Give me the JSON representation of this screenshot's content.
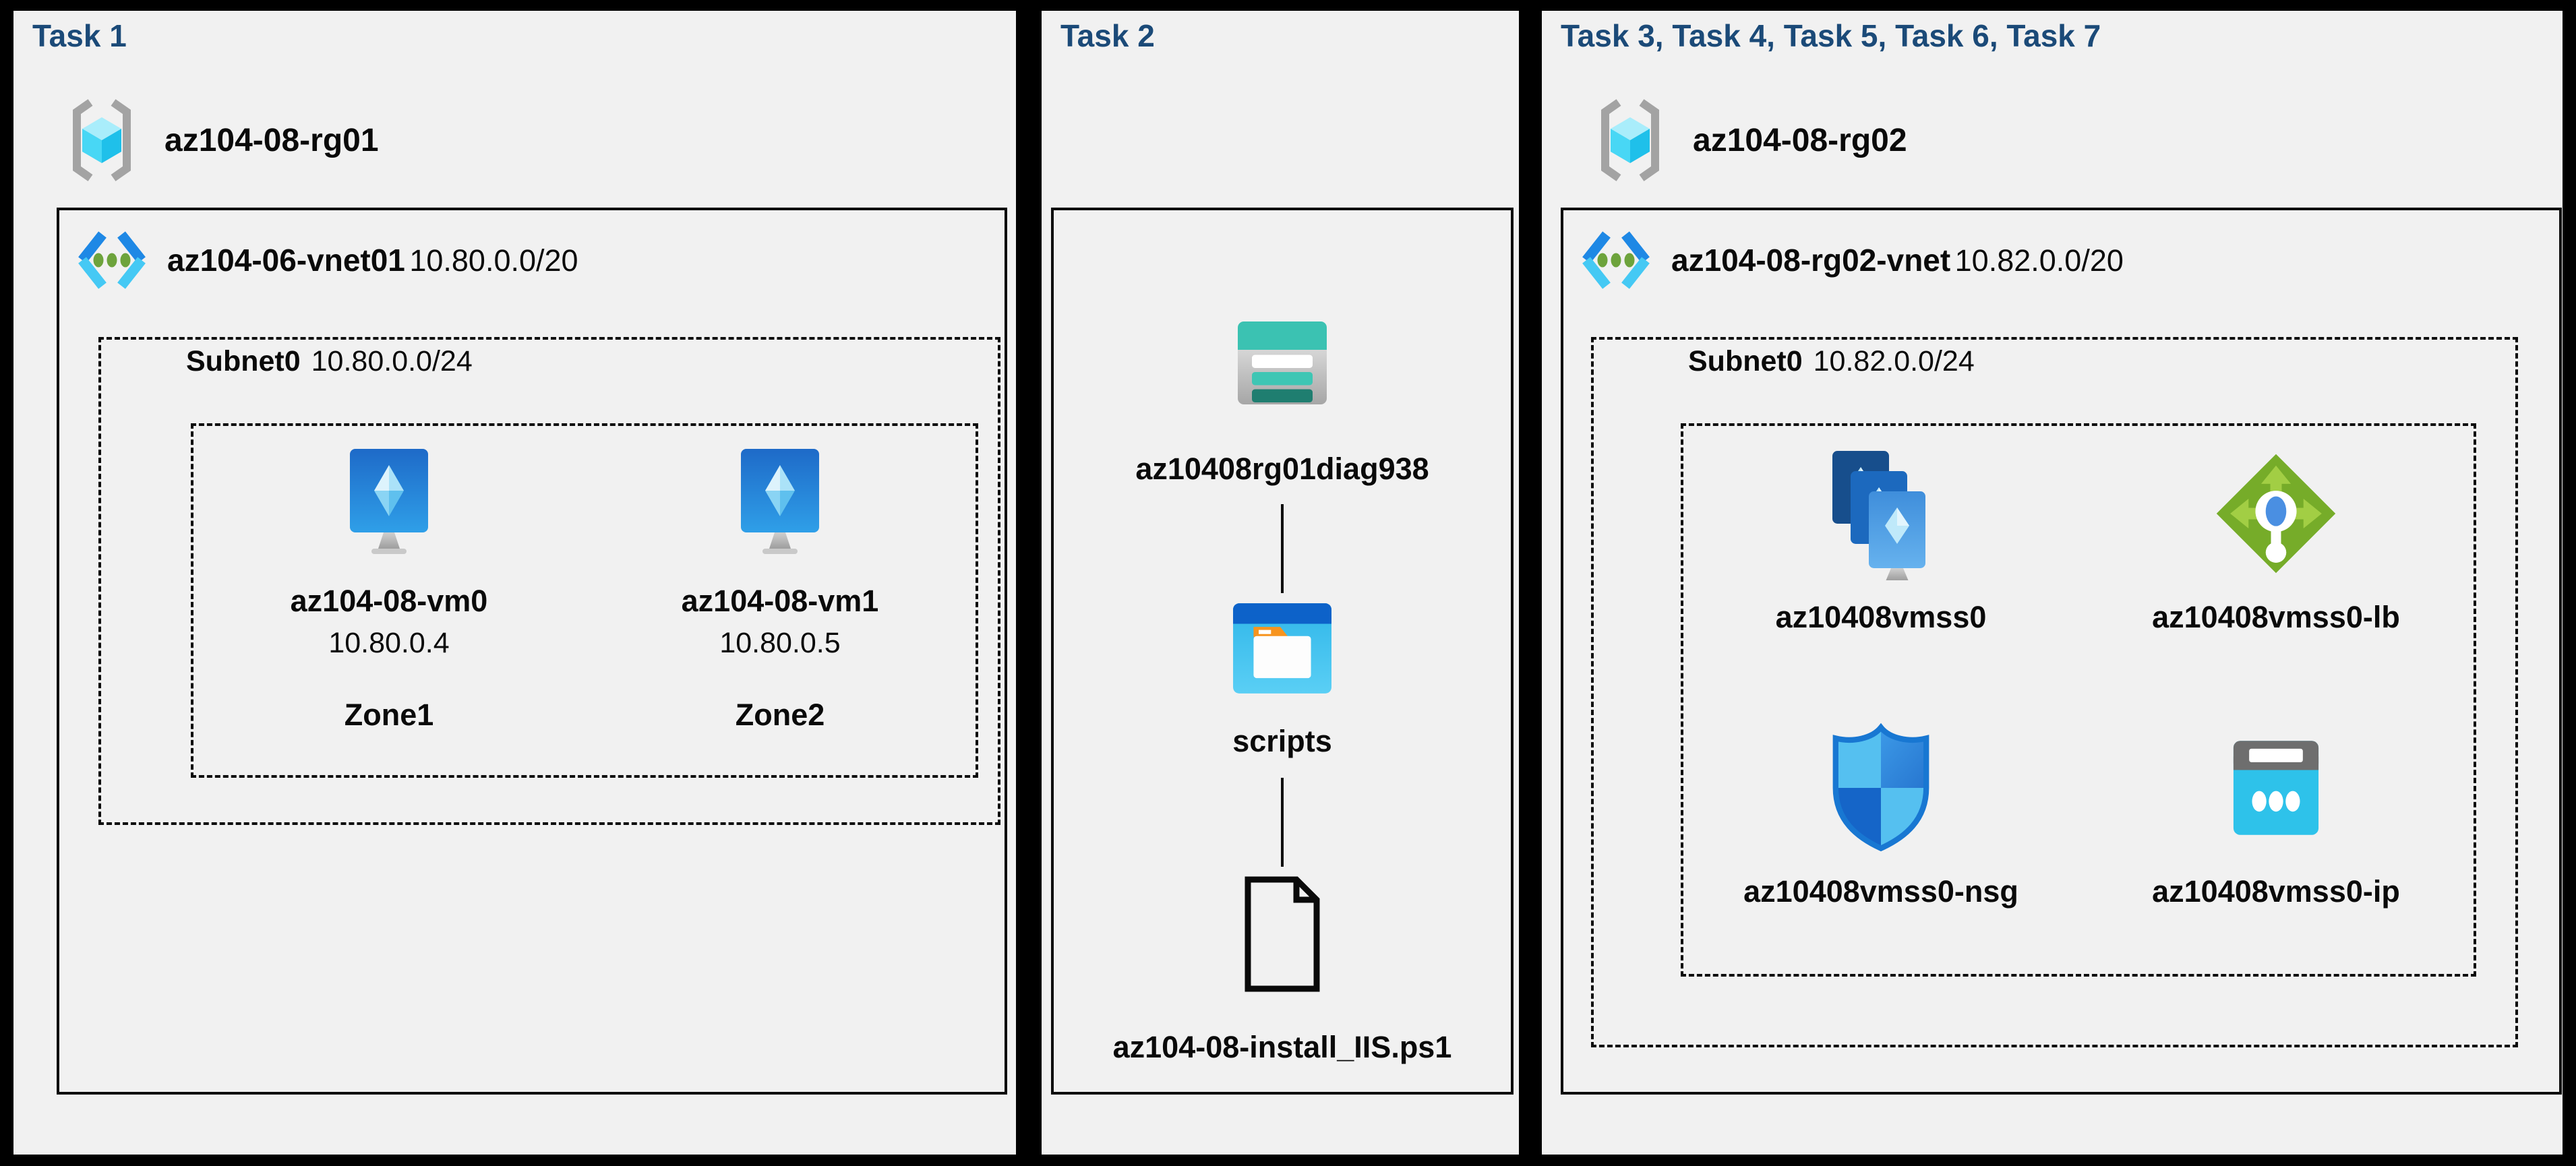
{
  "colors": {
    "background": "#000000",
    "panel": "#F1F1F1",
    "task_title": "#1B4A78",
    "label_text": "#0A0A0A",
    "storage_teal": "#3BC2B2",
    "storage_teal_dark": "#1F7E70",
    "folder_header_blue": "#0D62C9",
    "folder_body_cyan": "#38BEEB",
    "folder_tab_orange": "#F7941E",
    "vm_blue": "#1E6AC8",
    "vnet_chevron_blue": "#1E88E5",
    "vnet_chevron_cyan": "#45C9F4",
    "vnet_dot_green": "#6DA33C",
    "load_balancer_green": "#76AC29",
    "nsg_border_blue": "#1877D2",
    "public_ip_cyan": "#2EC2EA",
    "resource_group_gray": "#A3A3A3"
  },
  "panels": [
    {
      "title": "Task 1",
      "resource_group": {
        "name": "az104-08-rg01"
      },
      "vnet": {
        "name": "az104-06-vnet01",
        "cidr": "10.80.0.0/20"
      },
      "subnet": {
        "name": "Subnet0",
        "cidr": "10.80.0.0/24"
      },
      "vms": [
        {
          "name": "az104-08-vm0",
          "ip": "10.80.0.4",
          "zone": "Zone1"
        },
        {
          "name": "az104-08-vm1",
          "ip": "10.80.0.5",
          "zone": "Zone2"
        }
      ]
    },
    {
      "title": "Task 2",
      "storage_account": {
        "label": "az10408rg01diag938"
      },
      "folder": {
        "label": "scripts"
      },
      "script_file": {
        "label": "az104-08-install_IIS.ps1"
      }
    },
    {
      "title": "Task 3, Task 4, Task 5, Task 6, Task 7",
      "resource_group": {
        "name": "az104-08-rg02"
      },
      "vnet": {
        "name": "az104-08-rg02-vnet",
        "cidr": "10.82.0.0/20"
      },
      "subnet": {
        "name": "Subnet0",
        "cidr": "10.82.0.0/24"
      },
      "resources": [
        {
          "label": "az10408vmss0"
        },
        {
          "label": "az10408vmss0-lb"
        },
        {
          "label": "az10408vmss0-nsg"
        },
        {
          "label": "az10408vmss0-ip"
        }
      ]
    }
  ]
}
